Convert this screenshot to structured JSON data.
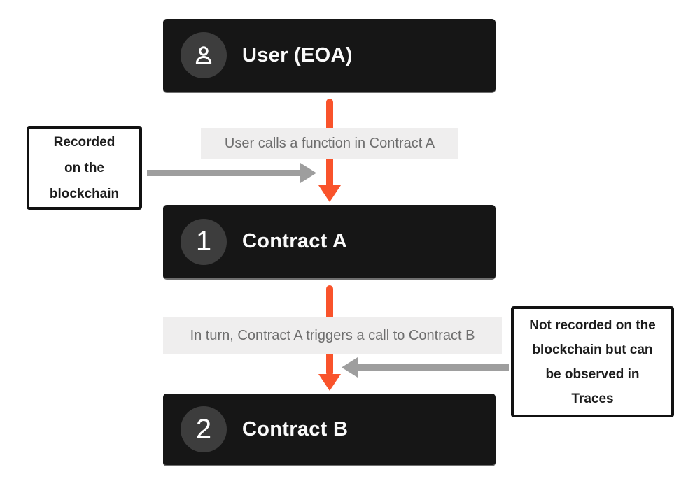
{
  "nodes": [
    {
      "id": "user-eoa",
      "badge_icon": "person-icon",
      "title": "User (EOA)"
    },
    {
      "id": "contract-a",
      "badge": "1",
      "title": "Contract A"
    },
    {
      "id": "contract-b",
      "badge": "2",
      "title": "Contract B"
    }
  ],
  "flow_labels": [
    {
      "text": "User calls a function in Contract A"
    },
    {
      "text": "In turn, Contract A triggers a call to Contract B"
    }
  ],
  "annotations": [
    {
      "side": "left",
      "lines": [
        "Recorded",
        "on the",
        "blockchain"
      ]
    },
    {
      "side": "right",
      "lines": [
        "Not recorded on the",
        "blockchain but can",
        "be observed in",
        "Traces"
      ]
    }
  ],
  "colors": {
    "background": "#ffffff",
    "node_bg": "#161616",
    "node_badge_bg": "#3d3d3d",
    "node_title": "#fafafa",
    "node_bottom_edge": "#6f6f6f",
    "flow_arrow": "#f9532b",
    "annotation_arrow": "#9e9e9e",
    "label_bg": "#efeeee",
    "label_text": "#6e6e6e",
    "annotation_border": "#111111",
    "annotation_text": "#1c1c1c"
  }
}
